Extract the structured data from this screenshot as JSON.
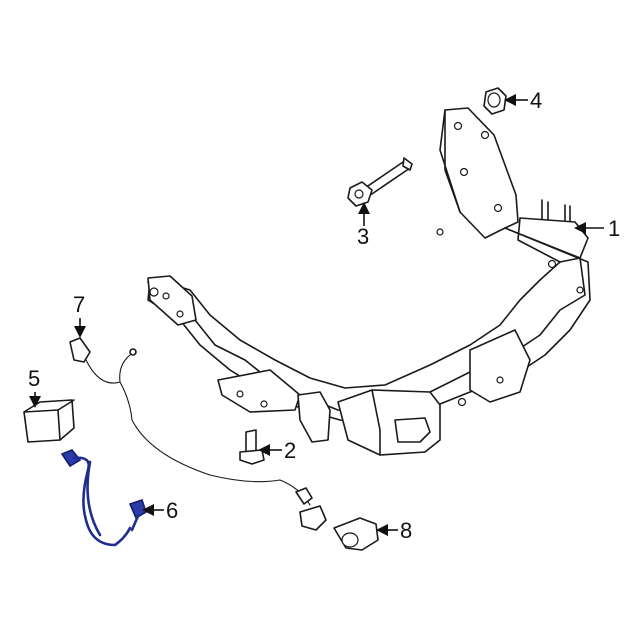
{
  "callouts": [
    {
      "id": "1",
      "label": "1"
    },
    {
      "id": "2",
      "label": "2"
    },
    {
      "id": "3",
      "label": "3"
    },
    {
      "id": "4",
      "label": "4"
    },
    {
      "id": "5",
      "label": "5"
    },
    {
      "id": "6",
      "label": "6"
    },
    {
      "id": "7",
      "label": "7"
    },
    {
      "id": "8",
      "label": "8"
    }
  ],
  "colors": {
    "highlight": "#1f2d8f",
    "line": "#1a1a1a",
    "background": "#ffffff"
  }
}
